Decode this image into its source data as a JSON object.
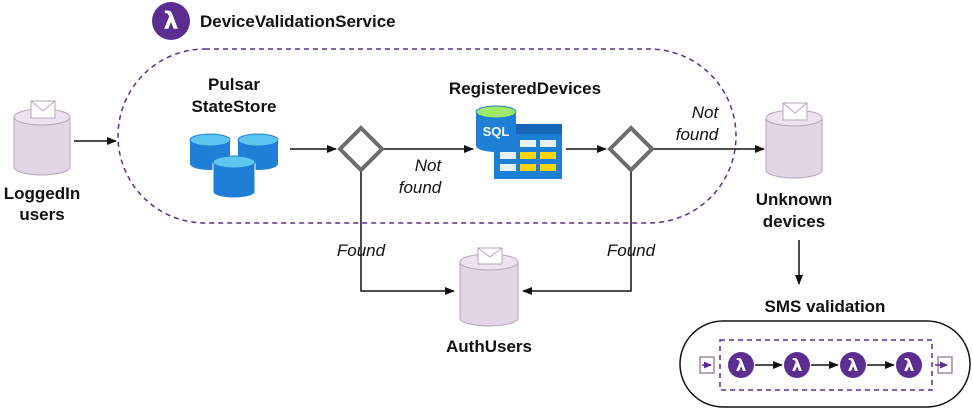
{
  "service": {
    "title": "DeviceValidationService",
    "icon": "lambda-icon",
    "icon_glyph": "λ",
    "accent": "#5c2d91"
  },
  "topics": {
    "logged_in": [
      "LoggedIn",
      "users"
    ],
    "unknown_devices": [
      "Unknown",
      "devices"
    ],
    "auth_users": "AuthUsers"
  },
  "stores": {
    "state_store": [
      "Pulsar",
      "StateStore"
    ],
    "registered_devices": "RegisteredDevices",
    "sql_badge": "SQL"
  },
  "edges": {
    "not_found_1": [
      "Not",
      "found"
    ],
    "not_found_2": [
      "Not",
      "found"
    ],
    "found_1": "Found",
    "found_2": "Found"
  },
  "sms": {
    "title": "SMS validation",
    "function_count": 4,
    "function_glyph": "λ"
  },
  "colors": {
    "topic_fill": "#e2d6e6",
    "topic_stroke": "#b7a3bd",
    "cylinder_blue": "#1f7ed6",
    "cylinder_top": "#5cc6f0",
    "diamond_stroke": "#6d6d6d",
    "dashed_border": "#5c2d91",
    "table_blue": "#1b7fd6",
    "table_yellow": "#ffd400"
  }
}
